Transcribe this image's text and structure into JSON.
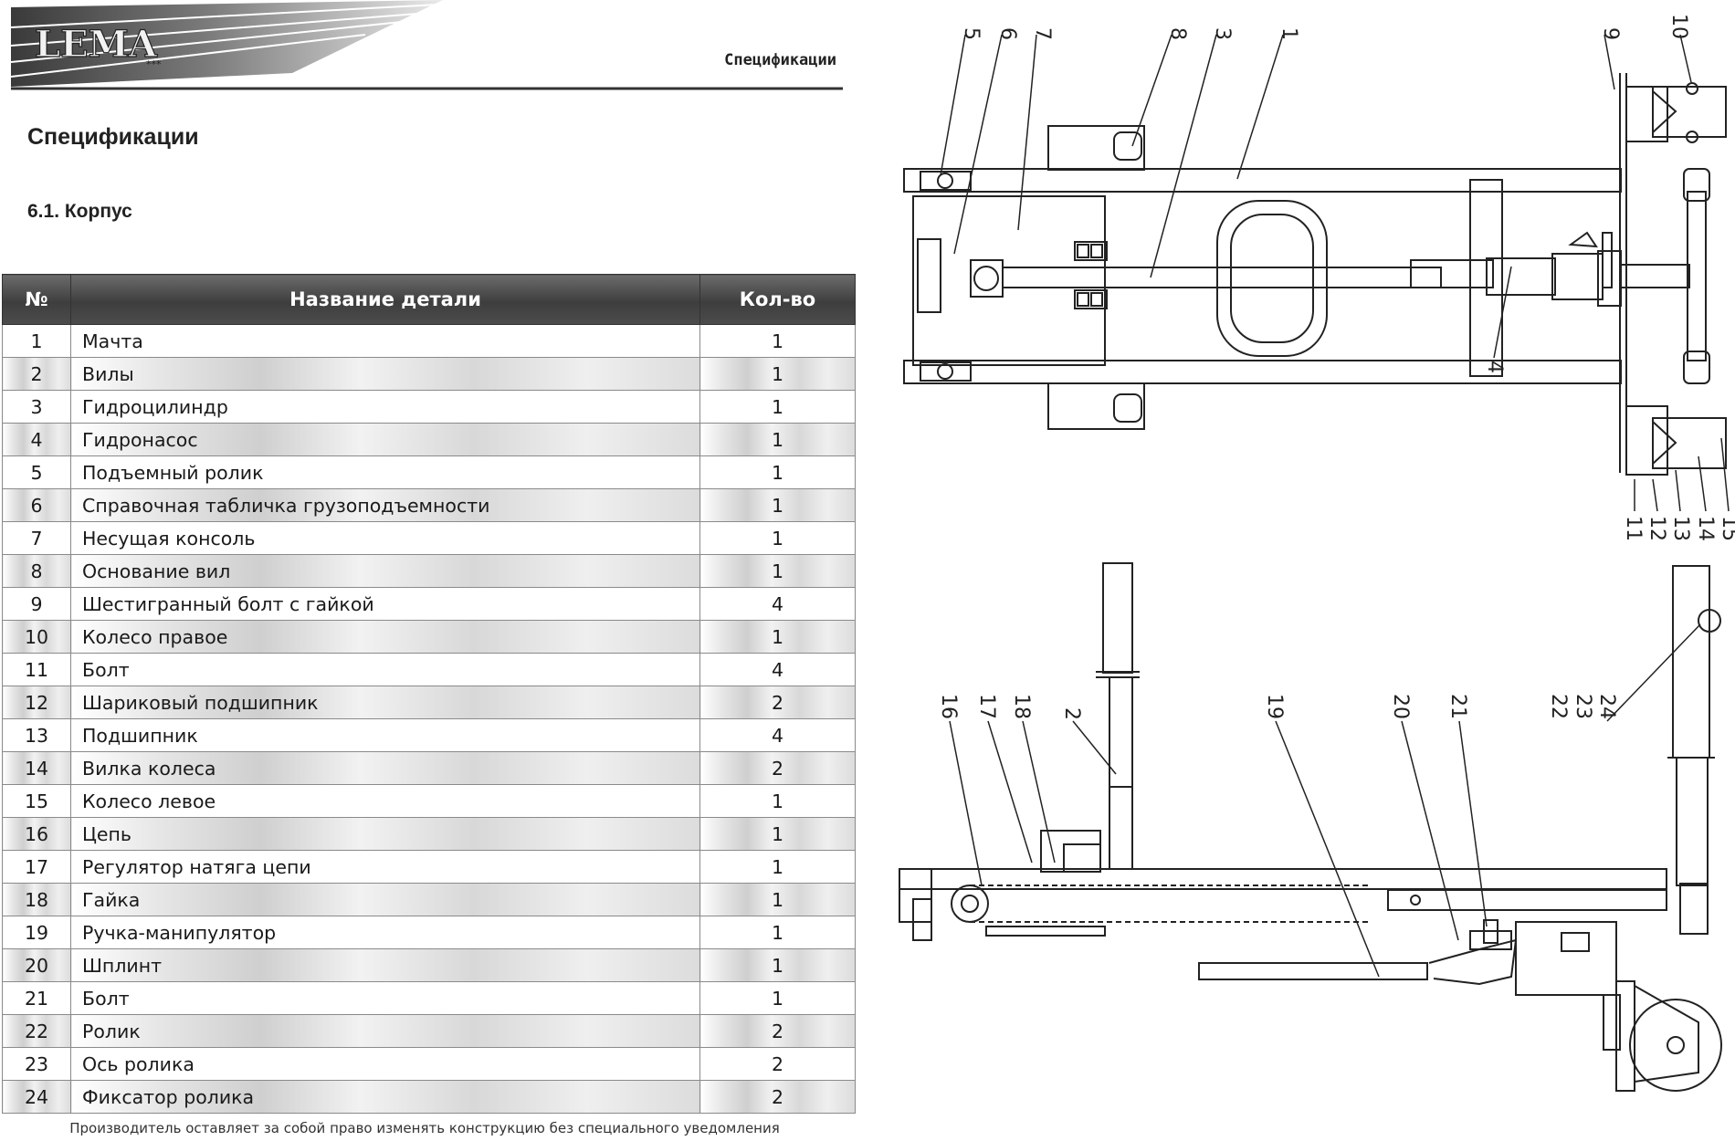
{
  "header": {
    "logo": "LEMA",
    "logo_stars": "***",
    "section_label": "Спецификации"
  },
  "page_title": "Спецификации",
  "subsection": "6.1.  Корпус",
  "table": {
    "headers": [
      "№",
      "Название детали",
      "Кол-во"
    ],
    "rows": [
      {
        "no": "1",
        "name": "Мачта",
        "qty": "1"
      },
      {
        "no": "2",
        "name": "Вилы",
        "qty": "1"
      },
      {
        "no": "3",
        "name": "Гидроцилиндр",
        "qty": "1"
      },
      {
        "no": "4",
        "name": "Гидронасос",
        "qty": "1"
      },
      {
        "no": "5",
        "name": "Подъемный ролик",
        "qty": "1"
      },
      {
        "no": "6",
        "name": "Справочная табличка грузоподъемности",
        "qty": "1"
      },
      {
        "no": "7",
        "name": "Несущая консоль",
        "qty": "1"
      },
      {
        "no": "8",
        "name": "Основание вил",
        "qty": "1"
      },
      {
        "no": "9",
        "name": "Шестигранный болт с гайкой",
        "qty": "4"
      },
      {
        "no": "10",
        "name": "Колесо правое",
        "qty": "1"
      },
      {
        "no": "11",
        "name": "Болт",
        "qty": "4"
      },
      {
        "no": "12",
        "name": "Шариковый подшипник",
        "qty": "2"
      },
      {
        "no": "13",
        "name": "Подшипник",
        "qty": "4"
      },
      {
        "no": "14",
        "name": "Вилка колеса",
        "qty": "2"
      },
      {
        "no": "15",
        "name": "Колесо левое",
        "qty": "1"
      },
      {
        "no": "16",
        "name": "Цепь",
        "qty": "1"
      },
      {
        "no": "17",
        "name": "Регулятор натяга цепи",
        "qty": "1"
      },
      {
        "no": "18",
        "name": "Гайка",
        "qty": "1"
      },
      {
        "no": "19",
        "name": "Ручка-манипулятор",
        "qty": "1"
      },
      {
        "no": "20",
        "name": "Шплинт",
        "qty": "1"
      },
      {
        "no": "21",
        "name": "Болт",
        "qty": "1"
      },
      {
        "no": "22",
        "name": "Ролик",
        "qty": "2"
      },
      {
        "no": "23",
        "name": "Ось ролика",
        "qty": "2"
      },
      {
        "no": "24",
        "name": "Фиксатор ролика",
        "qty": "2"
      }
    ]
  },
  "footer": "Производитель оставляет за собой право изменять конструкцию без специального уведомления",
  "drawing_top_labels": [
    "5",
    "6",
    "7",
    "8",
    "3",
    "1",
    "9",
    "10"
  ],
  "drawing_top_bottom_labels": [
    "11",
    "12",
    "13",
    "14",
    "15"
  ],
  "drawing_bottom_labels": [
    "16",
    "17",
    "18",
    "2",
    "19",
    "20",
    "21",
    "22",
    "23",
    "24"
  ],
  "drawing_inner_label": "4"
}
